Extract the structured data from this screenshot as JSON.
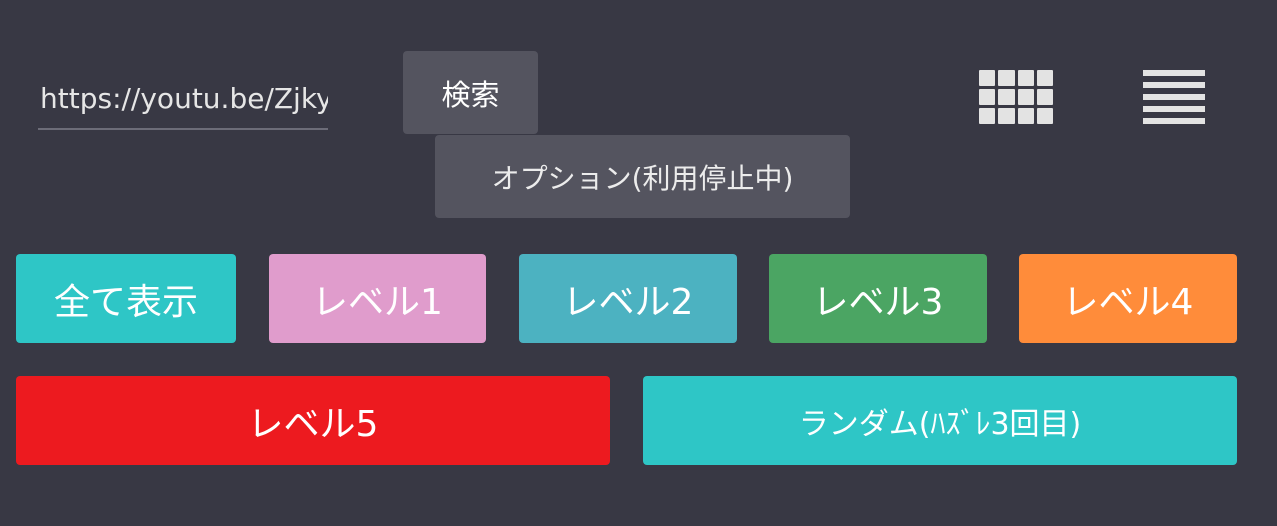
{
  "search": {
    "url_value": "https://youtu.be/Zjky",
    "search_label": "検索",
    "option_label": "オプション(利用停止中)"
  },
  "icons": {
    "grid_view": "grid-icon",
    "menu": "hamburger-menu-icon"
  },
  "levels": {
    "show_all": "全て表示",
    "level1": "レベル1",
    "level2": "レベル2",
    "level3": "レベル3",
    "level4": "レベル4",
    "level5": "レベル5",
    "random": "ランダム(ﾊｽﾞﾚ3回目)"
  },
  "colors": {
    "background": "#383844",
    "show_all": "#2ec6c6",
    "level1": "#e09ccc",
    "level2": "#4cb2c1",
    "level3": "#4ba563",
    "level4": "#ff8c3a",
    "level5": "#ed1a1f",
    "random": "#2ec6c6",
    "gray_button": "#54545f"
  }
}
